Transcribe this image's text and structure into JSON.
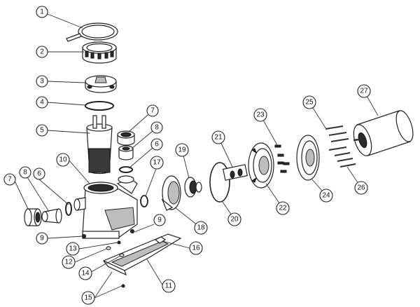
{
  "callouts": [
    {
      "id": "c1",
      "label": "1"
    },
    {
      "id": "c2",
      "label": "2"
    },
    {
      "id": "c3",
      "label": "3"
    },
    {
      "id": "c4",
      "label": "4"
    },
    {
      "id": "c5",
      "label": "5"
    },
    {
      "id": "c6a",
      "label": "6"
    },
    {
      "id": "c6b",
      "label": "6"
    },
    {
      "id": "c7a",
      "label": "7"
    },
    {
      "id": "c7b",
      "label": "7"
    },
    {
      "id": "c8a",
      "label": "8"
    },
    {
      "id": "c8b",
      "label": "8"
    },
    {
      "id": "c9a",
      "label": "9"
    },
    {
      "id": "c9b",
      "label": "9"
    },
    {
      "id": "c10",
      "label": "10"
    },
    {
      "id": "c11",
      "label": "11"
    },
    {
      "id": "c12",
      "label": "12"
    },
    {
      "id": "c13",
      "label": "13"
    },
    {
      "id": "c14",
      "label": "14"
    },
    {
      "id": "c15",
      "label": "15"
    },
    {
      "id": "c16",
      "label": "16"
    },
    {
      "id": "c17",
      "label": "17"
    },
    {
      "id": "c18",
      "label": "18"
    },
    {
      "id": "c19",
      "label": "19"
    },
    {
      "id": "c20",
      "label": "20"
    },
    {
      "id": "c21",
      "label": "21"
    },
    {
      "id": "c22",
      "label": "22"
    },
    {
      "id": "c23",
      "label": "23"
    },
    {
      "id": "c24",
      "label": "24"
    },
    {
      "id": "c25",
      "label": "25"
    },
    {
      "id": "c26",
      "label": "26"
    },
    {
      "id": "c27",
      "label": "27"
    }
  ]
}
